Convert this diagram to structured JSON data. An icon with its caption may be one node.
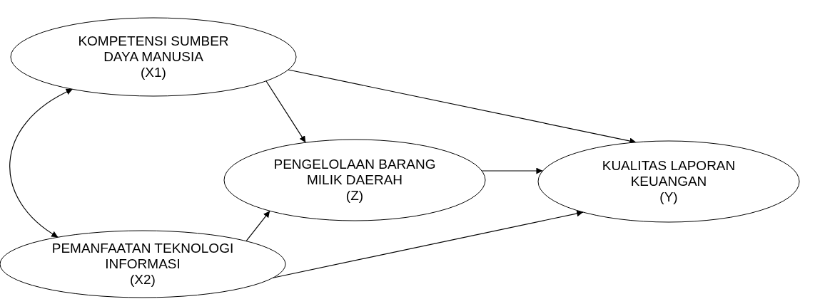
{
  "diagram": {
    "nodes": [
      {
        "text": [
          "KOMPETENSI SUMBER DAYA MANUSIA",
          "(X1)"
        ]
      },
      {
        "text": [
          "PENGELOLAAN BARANG MILIK DAERAH",
          "(Z)"
        ]
      },
      {
        "text": [
          "KUALITAS LAPORAN KEUANGAN",
          "(Y)"
        ]
      },
      {
        "text": [
          "PEMANFAATAN TEKNOLOGI INFORMASI",
          "(X2)"
        ]
      }
    ],
    "edges": [
      {
        "from": 0,
        "to": 1,
        "arrow": "to"
      },
      {
        "from": 0,
        "to": 2,
        "arrow": "to"
      },
      {
        "from": 3,
        "to": 1,
        "arrow": "to"
      },
      {
        "from": 3,
        "to": 2,
        "arrow": "to"
      },
      {
        "from": 1,
        "to": 2,
        "arrow": "to"
      },
      {
        "from": 0,
        "to": 3,
        "arrow": "both"
      }
    ]
  }
}
